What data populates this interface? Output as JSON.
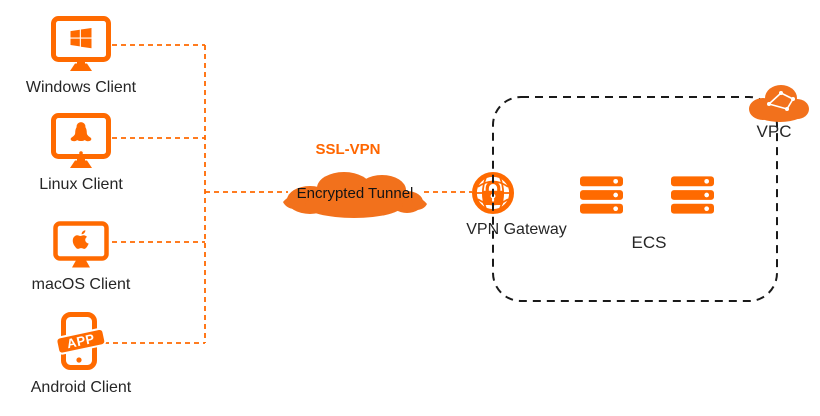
{
  "colors": {
    "accent": "#FF6A00",
    "cloudFill": "#F2711C",
    "sslText": "#FF6600",
    "text": "#262626",
    "boundary": "#1A1A1A"
  },
  "clients": [
    {
      "label": "Windows Client",
      "icon": "windows-monitor-icon"
    },
    {
      "label": "Linux Client",
      "icon": "linux-monitor-icon"
    },
    {
      "label": "macOS Client",
      "icon": "macos-monitor-icon"
    },
    {
      "label": "Android Client",
      "icon": "android-phone-icon"
    }
  ],
  "tunnel": {
    "title": "SSL-VPN",
    "label": "Encrypted Tunnel"
  },
  "gateway": {
    "label": "VPN Gateway",
    "icon": "vpn-gateway-lock-globe-icon"
  },
  "ecs": {
    "label": "ECS",
    "icon": "server-stack-icon",
    "count": 2
  },
  "vpc": {
    "label": "VPC",
    "icon": "vpc-cloud-icon"
  },
  "badges": {
    "app": "APP"
  }
}
